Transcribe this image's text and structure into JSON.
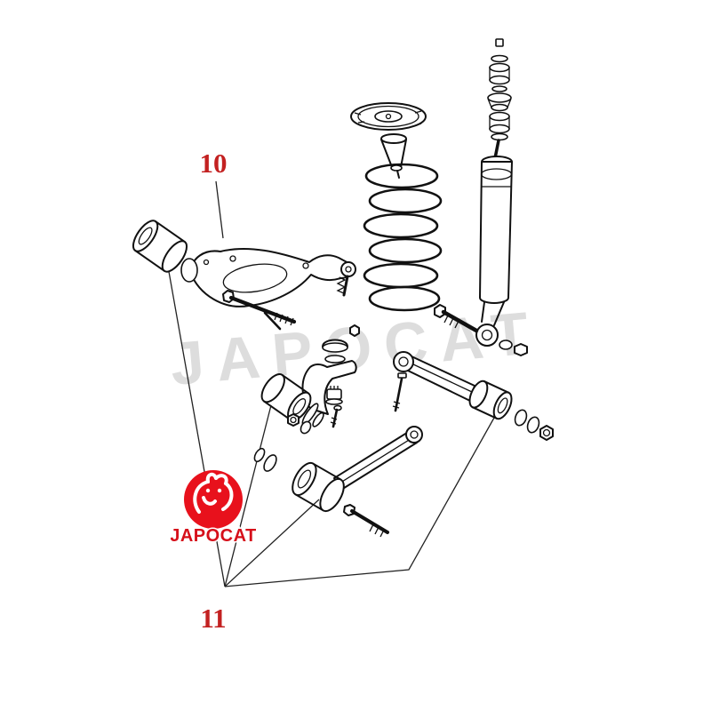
{
  "canvas": {
    "background": "#ffffff"
  },
  "callouts": {
    "color": "#c32121",
    "part10": "10",
    "part11": "11"
  },
  "watermark": {
    "text": "JAPOCAT",
    "color": "#9a9a9a"
  },
  "logo": {
    "text": "JAPOCAT",
    "badge_color": "#e8111c",
    "text_color": "#d60f1a"
  },
  "diagram": {
    "line_color": "#111111"
  }
}
